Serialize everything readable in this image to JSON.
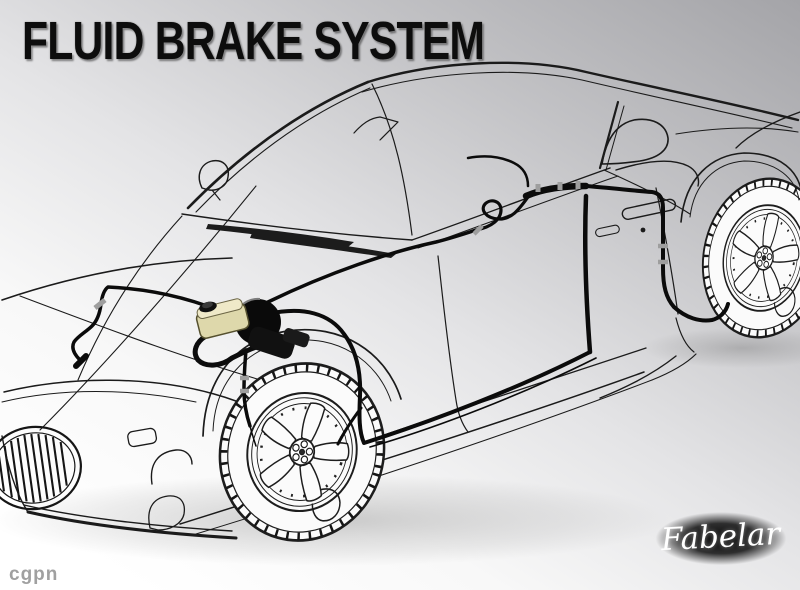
{
  "page": {
    "title": "FLUID BRAKE SYSTEM"
  },
  "branding": {
    "credit_watermark": "cgpn",
    "studio_logo": "Fabelar"
  },
  "illustration": {
    "subject": "wireframe 3D render of a sports coupe with the hydraulic brake system drawn in bold black lines",
    "components": [
      "brake-fluid-reservoir",
      "brake-booster",
      "master-cylinder",
      "front-left-brake-line",
      "front-right-brake-line",
      "rear-brake-line",
      "brake-line-junction",
      "line-fittings",
      "front-wheel",
      "rear-wheel",
      "brake-disc",
      "brake-caliper",
      "front-grille",
      "headlight",
      "side-mirror",
      "door-handle",
      "quarter-window",
      "wiper-blades"
    ]
  },
  "colors": {
    "background_top_right": "#a4a4a8",
    "background_bottom": "#ffffff",
    "car_outline": "#1b1b1b",
    "brake_lines": "#0b0b0b",
    "reservoir_body": "#ded8ab",
    "reservoir_top": "#efe9c8",
    "title_text": "#0d0d0d",
    "credit_text": "#a0a0a0",
    "logo_text": "#ffffff",
    "logo_glow": "#000000"
  }
}
